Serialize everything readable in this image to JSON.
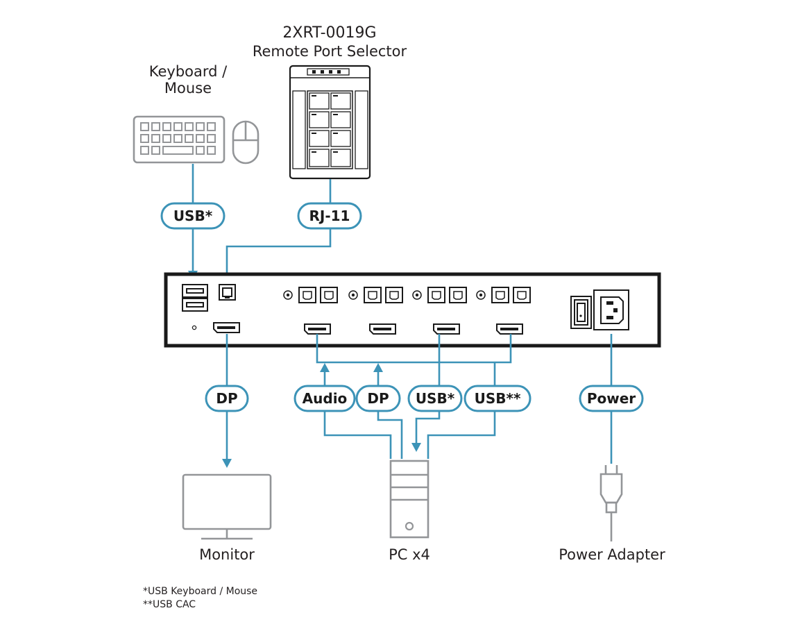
{
  "devices": {
    "remote_selector_model": "2XRT-0019G",
    "remote_selector_name": "Remote Port Selector",
    "keyboard_mouse_line1": "Keyboard /",
    "keyboard_mouse_line2": "Mouse",
    "monitor": "Monitor",
    "pc": "PC x4",
    "power_adapter": "Power Adapter"
  },
  "connectors": {
    "kbm_usb": "USB*",
    "rj11": "RJ-11",
    "dp_monitor": "DP",
    "audio": "Audio",
    "dp_pc": "DP",
    "usb_pc": "USB*",
    "usb_cac": "USB**",
    "power": "Power"
  },
  "footnotes": {
    "note1": "*USB Keyboard / Mouse",
    "note2": "**USB CAC"
  },
  "colors": {
    "wire": "#3c93b7",
    "device": "#939598",
    "switch_outline": "#1a1a1a"
  }
}
